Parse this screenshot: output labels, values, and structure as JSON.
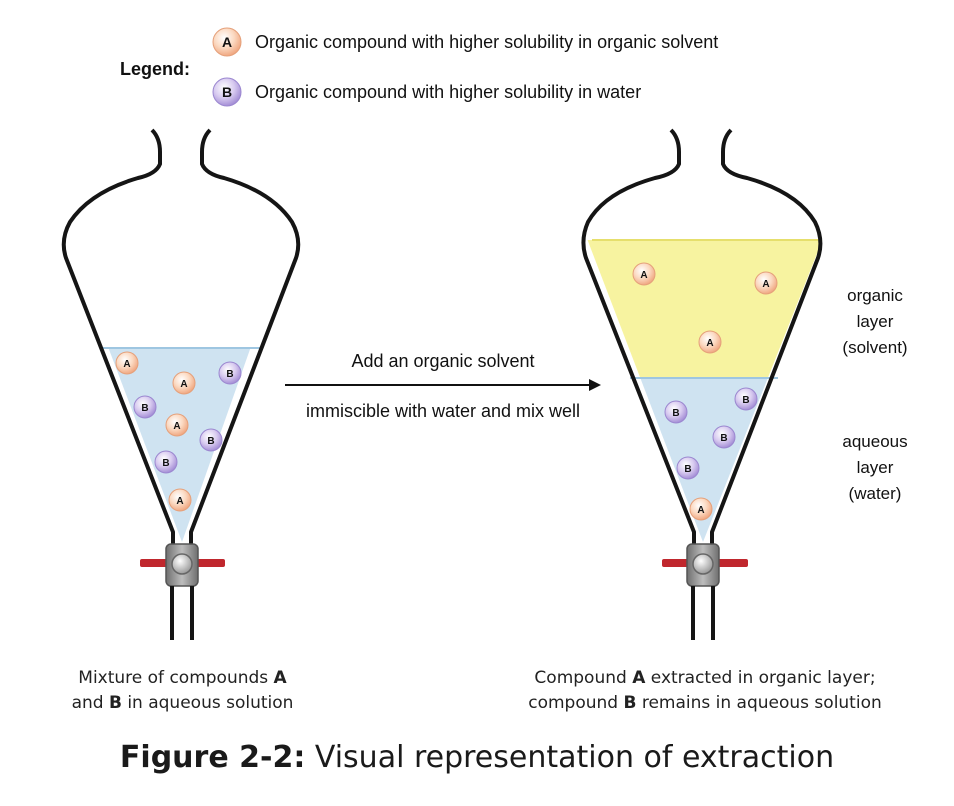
{
  "legend": {
    "title": "Legend:",
    "items": [
      {
        "symbol": "A",
        "text": "Organic compound with higher solubility in organic solvent"
      },
      {
        "symbol": "B",
        "text": "Organic compound with higher solubility in water"
      }
    ]
  },
  "arrow": {
    "line1": "Add an organic solvent",
    "line2": "immiscible with water and mix well"
  },
  "left_caption": {
    "l1_pre": "Mixture of compounds ",
    "l1_bold": "A",
    "l2_pre": "and ",
    "l2_bold": "B",
    "l2_post": " in aqueous solution"
  },
  "right_caption": {
    "l1_pre": "Compound ",
    "l1_bold": "A",
    "l1_post": " extracted in organic layer;",
    "l2_pre": "compound ",
    "l2_bold": "B",
    "l2_post": " remains in aqueous solution"
  },
  "layer_labels": {
    "organic": [
      "organic",
      "layer",
      "(solvent)"
    ],
    "aqueous": [
      "aqueous",
      "layer",
      "(water)"
    ]
  },
  "figure": {
    "label": "Figure 2-2:",
    "title": " Visual representation of extraction"
  },
  "colors": {
    "compound_a": "#f7c9a9",
    "compound_b": "#c6b6e6",
    "aqueous": "#cfe3f1",
    "organic": "#f7f3a0",
    "stopcock_handle": "#c0272d"
  }
}
